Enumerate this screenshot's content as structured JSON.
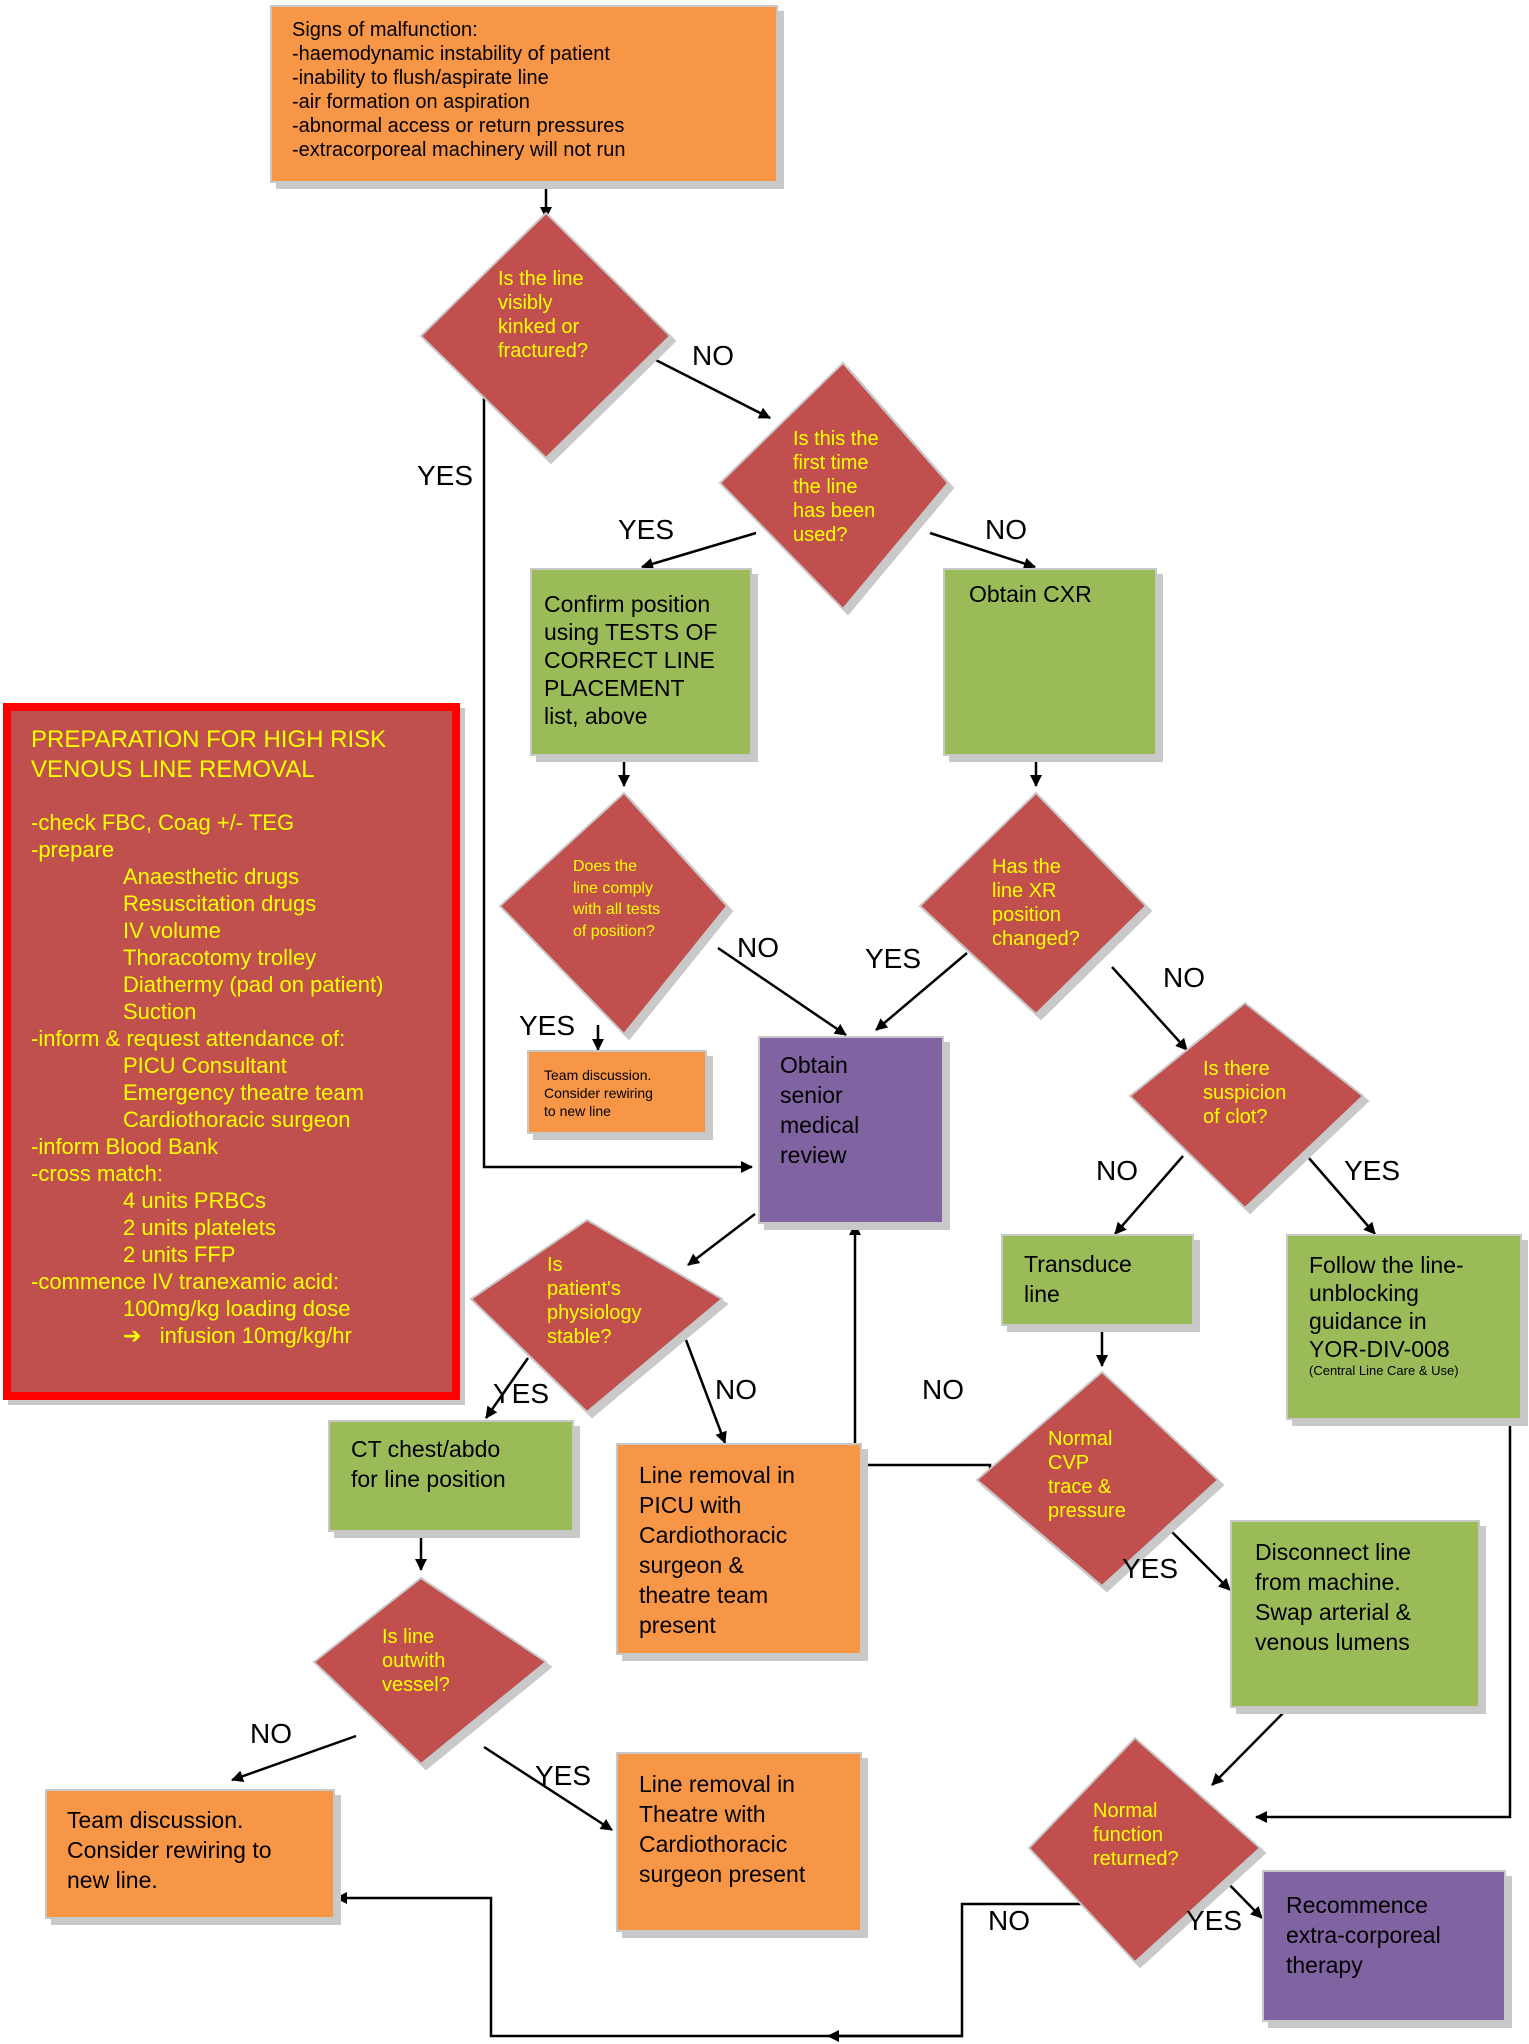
{
  "start": {
    "title": "Signs of malfunction:",
    "lines": [
      "-haemodynamic instability of patient",
      "-inability to flush/aspirate line",
      "-air formation on aspiration",
      "-abnormal access or return pressures",
      "-extracorporeal machinery will not run"
    ]
  },
  "decisions": {
    "kinked": "Is the line\nvisibly\nkinked or\nfractured?",
    "first_time": "Is this the\nfirst time\nthe line\nhas been\nused?",
    "comply": "Does the\nline comply\nwith all tests\nof position?",
    "xr_changed": "Has the\nline  XR\nposition\nchanged?",
    "clot": "Is there\nsuspicion\nof clot?",
    "stable": "Is\npatient's\nphysiology\nstable?",
    "cvp": "Normal\nCVP\ntrace &\npressure",
    "outwith": "Is line\noutwith\nvessel?",
    "normal_function": "Normal\nfunction\nreturned?"
  },
  "boxes": {
    "confirm_position": "Confirm position\nusing TESTS OF\nCORRECT LINE\nPLACEMENT\nlist, above",
    "obtain_cxr": "Obtain CXR",
    "team_small": "Team discussion.\nConsider rewiring\nto new line",
    "senior_review": "Obtain\nsenior\nmedical\nreview",
    "transduce": "Transduce\nline",
    "follow_guidance": "Follow the line-\nunblocking\nguidance in\nYOR-DIV-008",
    "follow_guidance_small": "(Central Line Care & Use)",
    "ct_chest": "CT chest/abdo\nfor line position",
    "removal_picu": "Line removal in\nPICU with\nCardiothoracic\nsurgeon &\ntheatre team\npresent",
    "disconnect": "Disconnect line\nfrom machine.\nSwap arterial &\nvenous lumens",
    "team_large": "Team discussion.\nConsider rewiring to\nnew line.",
    "removal_theatre": "Line removal in\nTheatre with\nCardiothoracic\nsurgeon present",
    "recommence": "Recommence\nextra-corporeal\ntherapy"
  },
  "prep": {
    "title_1": "PREPARATION FOR HIGH RISK",
    "title_2": "VENOUS LINE REMOVAL",
    "l1": "-check FBC, Coag +/- TEG",
    "l2": "-prepare",
    "i1": "Anaesthetic drugs",
    "i2": "Resuscitation drugs",
    "i3": "IV volume",
    "i4": "Thoracotomy trolley",
    "i5": "Diathermy (pad on patient)",
    "i6": "Suction",
    "l3": "-inform & request attendance of:",
    "i7": "PICU Consultant",
    "i8": "Emergency theatre team",
    "i9": "Cardiothoracic surgeon",
    "l4": "-inform Blood Bank",
    "l5": "-cross match:",
    "i10": "4 units PRBCs",
    "i11": "2 units platelets",
    "i12": "2 units FFP",
    "l6": "-commence IV tranexamic acid:",
    "i13": "100mg/kg loading dose",
    "arrow_glyph": "➔",
    "i14": "infusion 10mg/kg/hr"
  },
  "labels": {
    "yes": "YES",
    "no": "NO"
  },
  "colors": {
    "decision": "#c0504d",
    "decision_text": "#ffff00",
    "orange": "#f79646",
    "green": "#9bbb59",
    "purple": "#8064a2",
    "prep_border": "#ff0000"
  }
}
